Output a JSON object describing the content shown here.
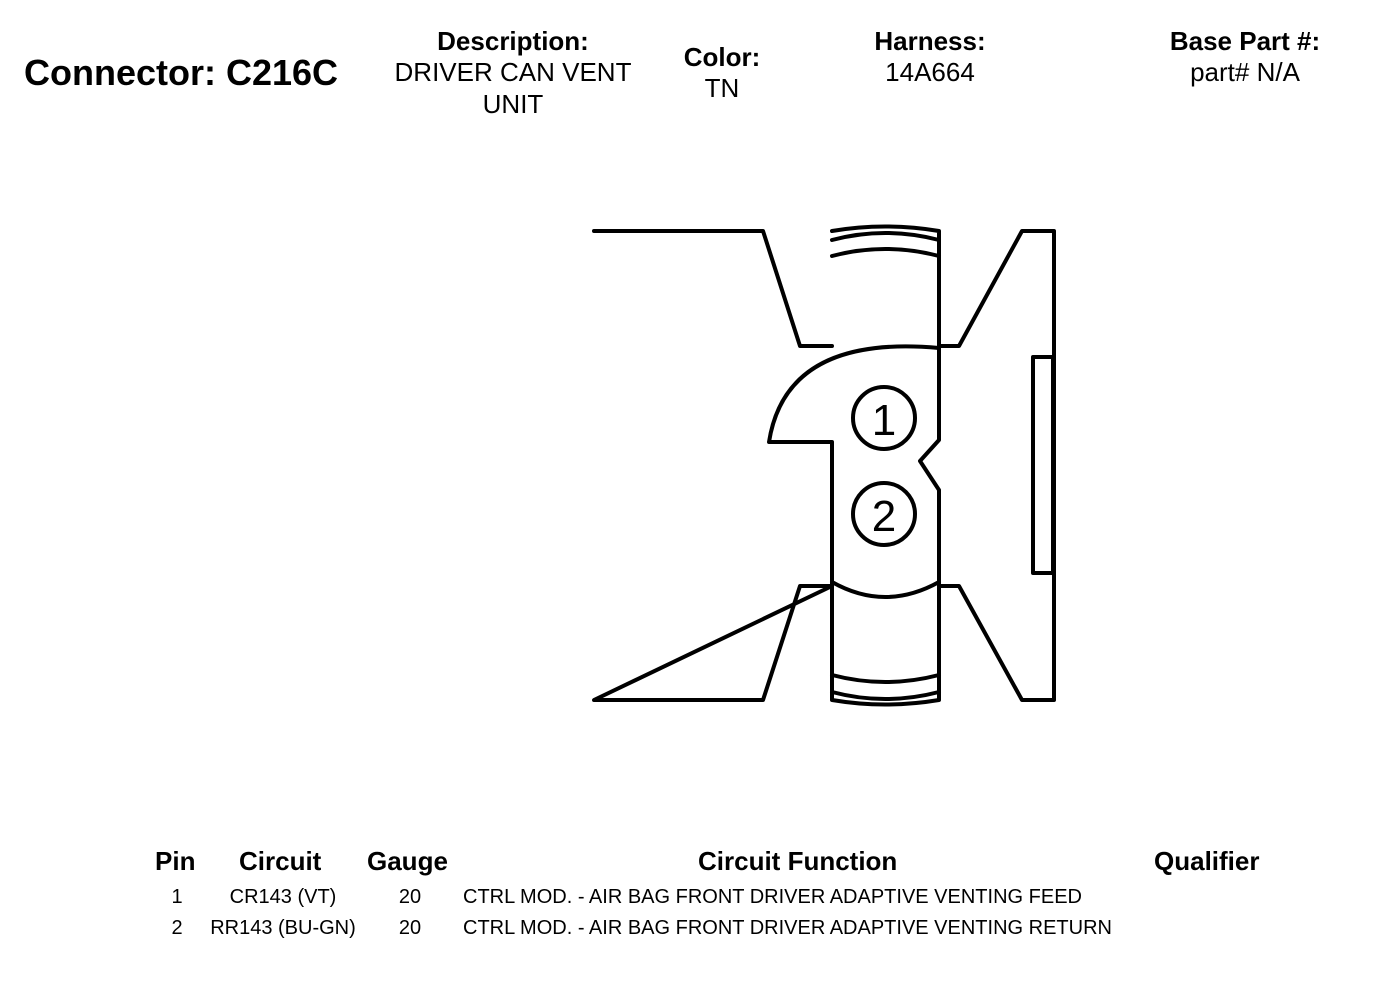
{
  "connector": {
    "label": "Connector: C216C",
    "description_label": "Description:",
    "description_line1": "DRIVER CAN VENT",
    "description_line2": "UNIT",
    "color_label": "Color:",
    "color_value": "TN",
    "harness_label": "Harness:",
    "harness_value": "14A664",
    "base_part_label": "Base Part #:",
    "base_part_value": "part# N/A"
  },
  "diagram": {
    "pins": [
      "1",
      "2"
    ]
  },
  "table": {
    "headers": {
      "pin": "Pin",
      "circuit": "Circuit",
      "gauge": "Gauge",
      "function": "Circuit Function",
      "qualifier": "Qualifier"
    },
    "rows": [
      {
        "pin": "1",
        "circuit": "CR143 (VT)",
        "gauge": "20",
        "function": "CTRL MOD. - AIR BAG FRONT DRIVER ADAPTIVE VENTING FEED",
        "qualifier": ""
      },
      {
        "pin": "2",
        "circuit": "RR143 (BU-GN)",
        "gauge": "20",
        "function": "CTRL MOD. - AIR BAG FRONT DRIVER ADAPTIVE VENTING RETURN",
        "qualifier": ""
      }
    ]
  }
}
